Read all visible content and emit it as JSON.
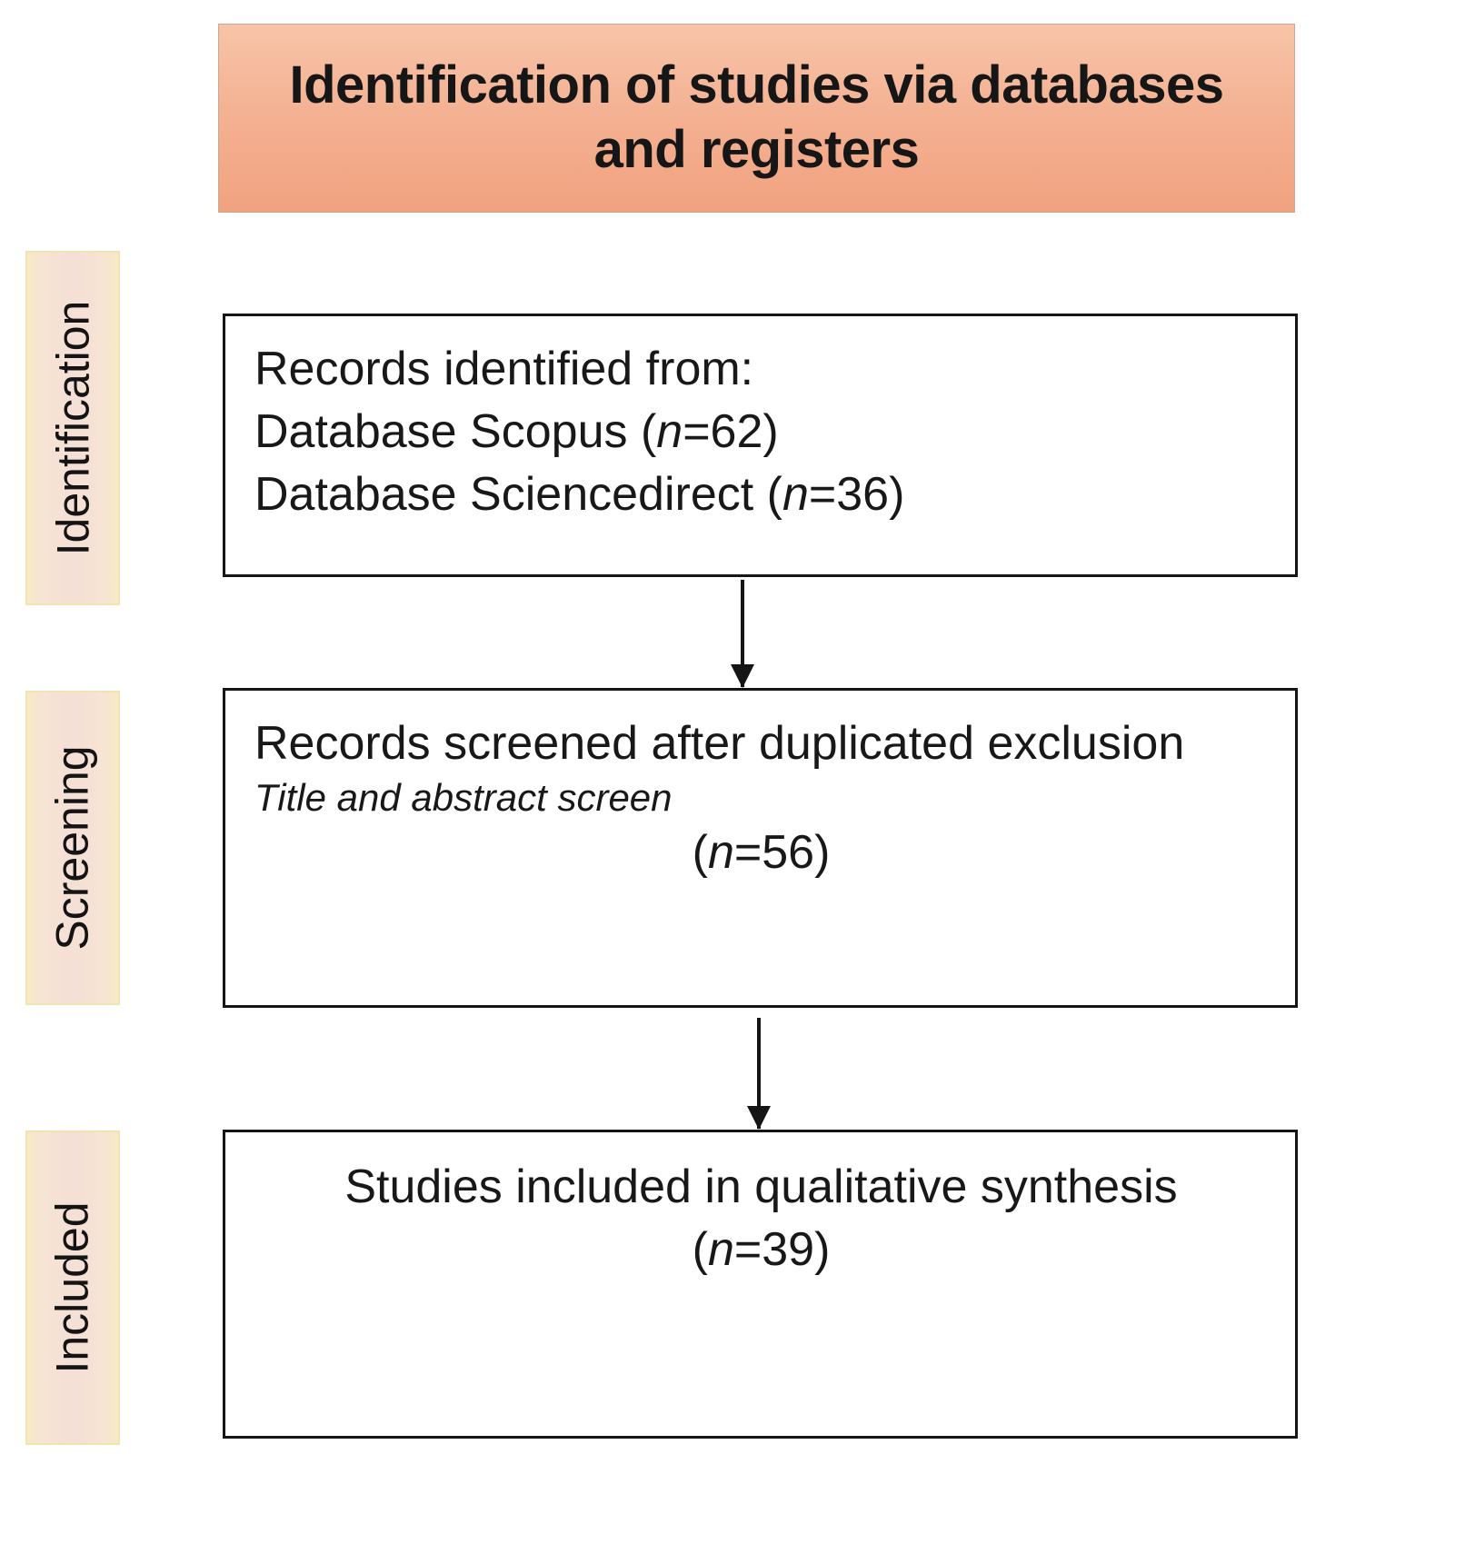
{
  "diagram": {
    "type": "prisma-flow-diagram",
    "header": {
      "title": "Identification of studies via databases and registers",
      "background_color_top": "#F7C4A8",
      "background_color_bottom": "#F1A27F"
    },
    "stages": [
      {
        "id": "identification",
        "label": "Identification"
      },
      {
        "id": "screening",
        "label": "Screening"
      },
      {
        "id": "included",
        "label": "Included"
      }
    ],
    "boxes": {
      "identification": {
        "line1": "Records identified from:",
        "line2_prefix": "Database Scopus (",
        "line2_n": "n",
        "line2_suffix": "=62)",
        "line3_prefix": "Database Sciencedirect (",
        "line3_n": "n",
        "line3_suffix": "=36)"
      },
      "screening": {
        "line1": "Records screened after duplicated exclusion",
        "line2_italic": "Title and abstract screen",
        "count_prefix": "(",
        "count_n": "n",
        "count_suffix": "=56)"
      },
      "included": {
        "line1": "Studies included in qualitative synthesis",
        "count_prefix": "(",
        "count_n": "n",
        "count_suffix": "=39)"
      }
    },
    "arrows": [
      {
        "from": "identification",
        "to": "screening",
        "direction": "down"
      },
      {
        "from": "screening",
        "to": "included",
        "direction": "down"
      }
    ],
    "counts": {
      "scopus": 62,
      "sciencedirect": 36,
      "screened": 56,
      "included": 39
    }
  }
}
